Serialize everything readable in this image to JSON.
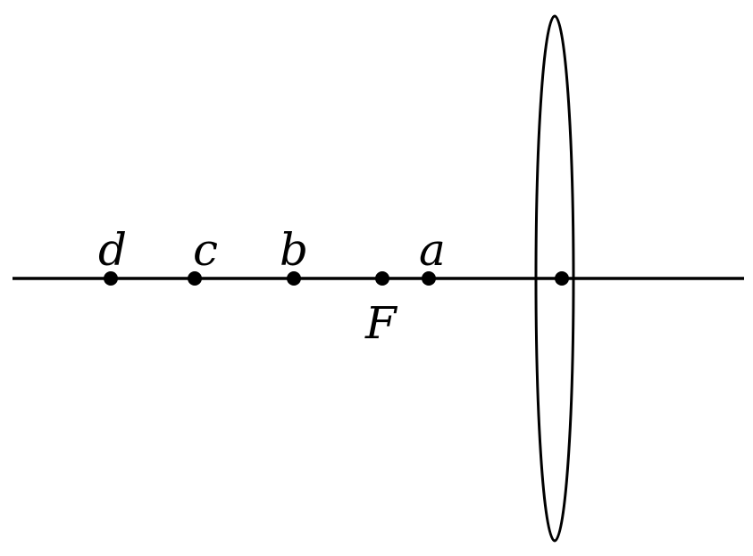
{
  "diagram": {
    "points": [
      {
        "id": "d",
        "label": "d"
      },
      {
        "id": "c",
        "label": "c"
      },
      {
        "id": "b",
        "label": "b"
      },
      {
        "id": "F",
        "label": "F"
      },
      {
        "id": "a",
        "label": "a"
      }
    ],
    "line_color": "#000000",
    "background": "#ffffff"
  }
}
